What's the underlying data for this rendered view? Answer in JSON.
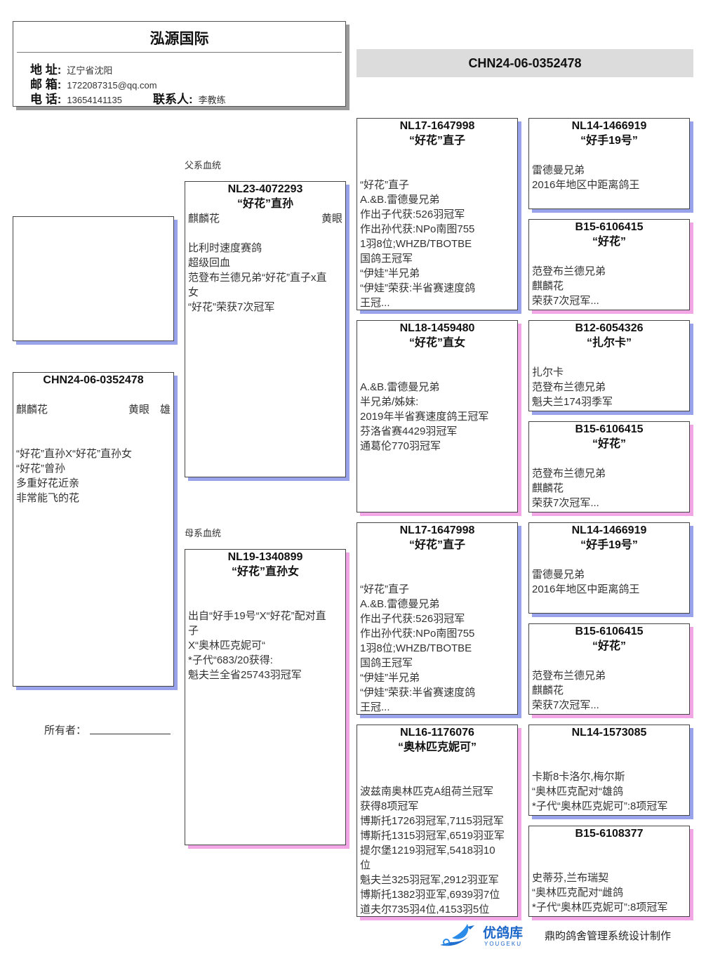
{
  "header": {
    "title": "泓源国际",
    "address_label": "地 址:",
    "address": "辽宁省沈阳",
    "email_label": "邮 箱:",
    "email": "1722087315@qq.com",
    "phone_label": "电 话:",
    "phone": "13654141135",
    "contact_label": "联系人:",
    "contact": "李教练"
  },
  "banner": "CHN24-06-0352478",
  "colors": {
    "male_shadow": "#99a3ec",
    "female_shadow": "#f3a6e6"
  },
  "labels": {
    "sire_line": "父系血统",
    "dam_line": "母系血统",
    "owner": "所有者："
  },
  "subject": {
    "id": "CHN24-06-0352478",
    "left": "麒麟花",
    "right": "黄眼　雄",
    "notes": [
      "“好花”直孙X“好花”直孙女",
      "“好花”曾孙",
      "多重好花近亲",
      "非常能飞的花"
    ]
  },
  "sire": {
    "id": "NL23-4072293",
    "name": "“好花”直孙",
    "left": "麒麟花",
    "right": "黄眼",
    "notes": [
      "比利时速度赛鸽",
      "超级回血",
      "范登布兰德兄弟“好花”直子x直",
      "女",
      "“好花”荣获7次冠军"
    ]
  },
  "dam": {
    "id": "NL19-1340899",
    "name": "“好花”直孙女",
    "notes": [
      "出自“好手19号“X“好花”配对直",
      "子",
      "X“奥林匹克妮可“",
      "*子代“683/20获得:",
      "魁夫兰全省25743羽冠军"
    ]
  },
  "grandparents": [
    {
      "id": "NL17-1647998",
      "name": "“好花”直子",
      "sex": "male",
      "notes": [
        "“好花”直子",
        "A.&B.雷德曼兄弟",
        "作出子代获:526羽冠军",
        "作出孙代获:NPo南图755",
        "1羽8位;WHZB/TBOTBE",
        "国鸽王冠军",
        "“伊娃”半兄弟",
        "“伊娃”荣获:半省赛速度鸽",
        "王冠..."
      ]
    },
    {
      "id": "NL18-1459480",
      "name": "“好花”直女",
      "sex": "female",
      "notes": [
        "A.&B.雷德曼兄弟",
        "半兄弟/姊妹:",
        "2019年半省赛速度鸽王冠军",
        "芬洛省赛4429羽冠军",
        "通葛伦770羽冠军"
      ]
    },
    {
      "id": "NL17-1647998",
      "name": "“好花”直子",
      "sex": "male",
      "notes": [
        "“好花”直子",
        "A.&B.雷德曼兄弟",
        "作出子代获:526羽冠军",
        "作出孙代获:NPo南图755",
        "1羽8位;WHZB/TBOTBE",
        "国鸽王冠军",
        "“伊娃”半兄弟",
        "“伊娃”荣获:半省赛速度鸽",
        "王冠..."
      ]
    },
    {
      "id": "NL16-1176076",
      "name": "“奥林匹克妮可”",
      "sex": "female",
      "notes": [
        "波兹南奥林匹克A组荷兰冠军",
        "获得8项冠军",
        "博斯托1726羽冠军,7115羽冠军",
        "博斯托1315羽冠军,6519羽亚军",
        "提尔堡1219羽冠军,5418羽10",
        "位",
        "魁夫兰325羽冠军,2912羽亚军",
        "博斯托1382羽亚军,6939羽7位",
        "道夫尔735羽4位,4153羽5位"
      ]
    }
  ],
  "great_grandparents": [
    {
      "id": "NL14-1466919",
      "name": "“好手19号”",
      "sex": "male",
      "notes": [
        "雷德曼兄弟",
        "2016年地区中距离鸽王"
      ]
    },
    {
      "id": "B15-6106415",
      "name": "“好花”",
      "sex": "female",
      "notes": [
        "范登布兰德兄弟",
        "麒麟花",
        "荣获7次冠军..."
      ]
    },
    {
      "id": "B12-6054326",
      "name": "“扎尔卡”",
      "sex": "male",
      "notes": [
        "扎尔卡",
        "范登布兰德兄弟",
        "魁夫兰174羽季军"
      ]
    },
    {
      "id": "B15-6106415",
      "name": "“好花”",
      "sex": "female",
      "notes": [
        "范登布兰德兄弟",
        "麒麟花",
        "荣获7次冠军..."
      ]
    },
    {
      "id": "NL14-1466919",
      "name": "“好手19号”",
      "sex": "male",
      "notes": [
        "雷德曼兄弟",
        "2016年地区中距离鸽王"
      ]
    },
    {
      "id": "B15-6106415",
      "name": "“好花”",
      "sex": "female",
      "notes": [
        "范登布兰德兄弟",
        "麒麟花",
        "荣获7次冠军..."
      ]
    },
    {
      "id": "NL14-1573085",
      "name": "",
      "sex": "male",
      "notes": [
        "卡斯8卡洛尔,梅尔斯",
        "“奥林匹克配对“雄鸽",
        "*子代“奥林匹克妮可”:8项冠军"
      ]
    },
    {
      "id": "B15-6108377",
      "name": "",
      "sex": "female",
      "notes": [
        "史蒂芬,兰布瑞契",
        "“奥林匹克配对“雌鸽",
        "*子代“奥林匹克妮可”:8项冠军"
      ]
    }
  ],
  "footer": {
    "logo_text": "优鸽库",
    "logo_sub": "YOUGEKU",
    "credit": "鼎昀鸽舍管理系统设计制作"
  }
}
